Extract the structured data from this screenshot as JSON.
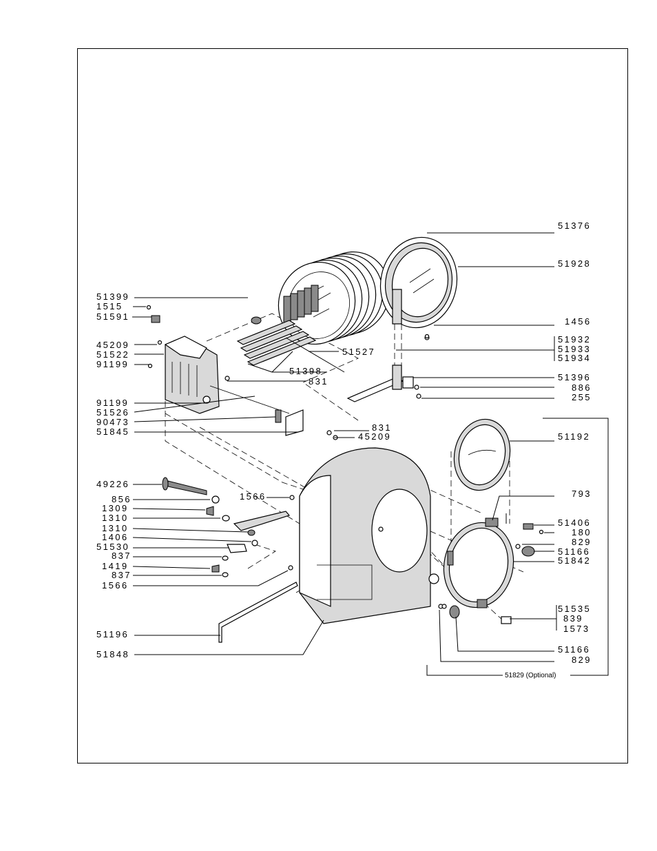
{
  "labels": {
    "l51376": "51376",
    "l51928": "51928",
    "l51399": "51399",
    "l1515": "1515",
    "l51591": "51591",
    "l1456": "1456",
    "l51932": "51932",
    "l51933": "51933",
    "l51934": "51934",
    "l45209a": "45209",
    "l51522": "51522",
    "l91199a": "91199",
    "l51527": "51527",
    "l51398": "51398",
    "l831a": "831",
    "l51396": "51396",
    "l886": "886",
    "l255": "255",
    "l91199b": "91199",
    "l51526": "51526",
    "l90473": "90473",
    "l51845": "51845",
    "l831b": "831",
    "l45209b": "45209",
    "l51192": "51192",
    "l49226": "49226",
    "l856": "856",
    "l1566a": "1566",
    "l1309": "1309",
    "l1310a": "1310",
    "l1310b": "1310",
    "l1406": "1406",
    "l51530": "51530",
    "l837a": "837",
    "l1419": "1419",
    "l837b": "837",
    "l1566b": "1566",
    "l793": "793",
    "l51406": "51406",
    "l180": "180",
    "l829a": "829",
    "l51166a": "51166",
    "l51842": "51842",
    "l51535": "51535",
    "l839": "839",
    "l1573": "1573",
    "l51196": "51196",
    "l51848": "51848",
    "l51166b": "51166",
    "l829b": "829",
    "l51829": "51829 (Optional)"
  }
}
